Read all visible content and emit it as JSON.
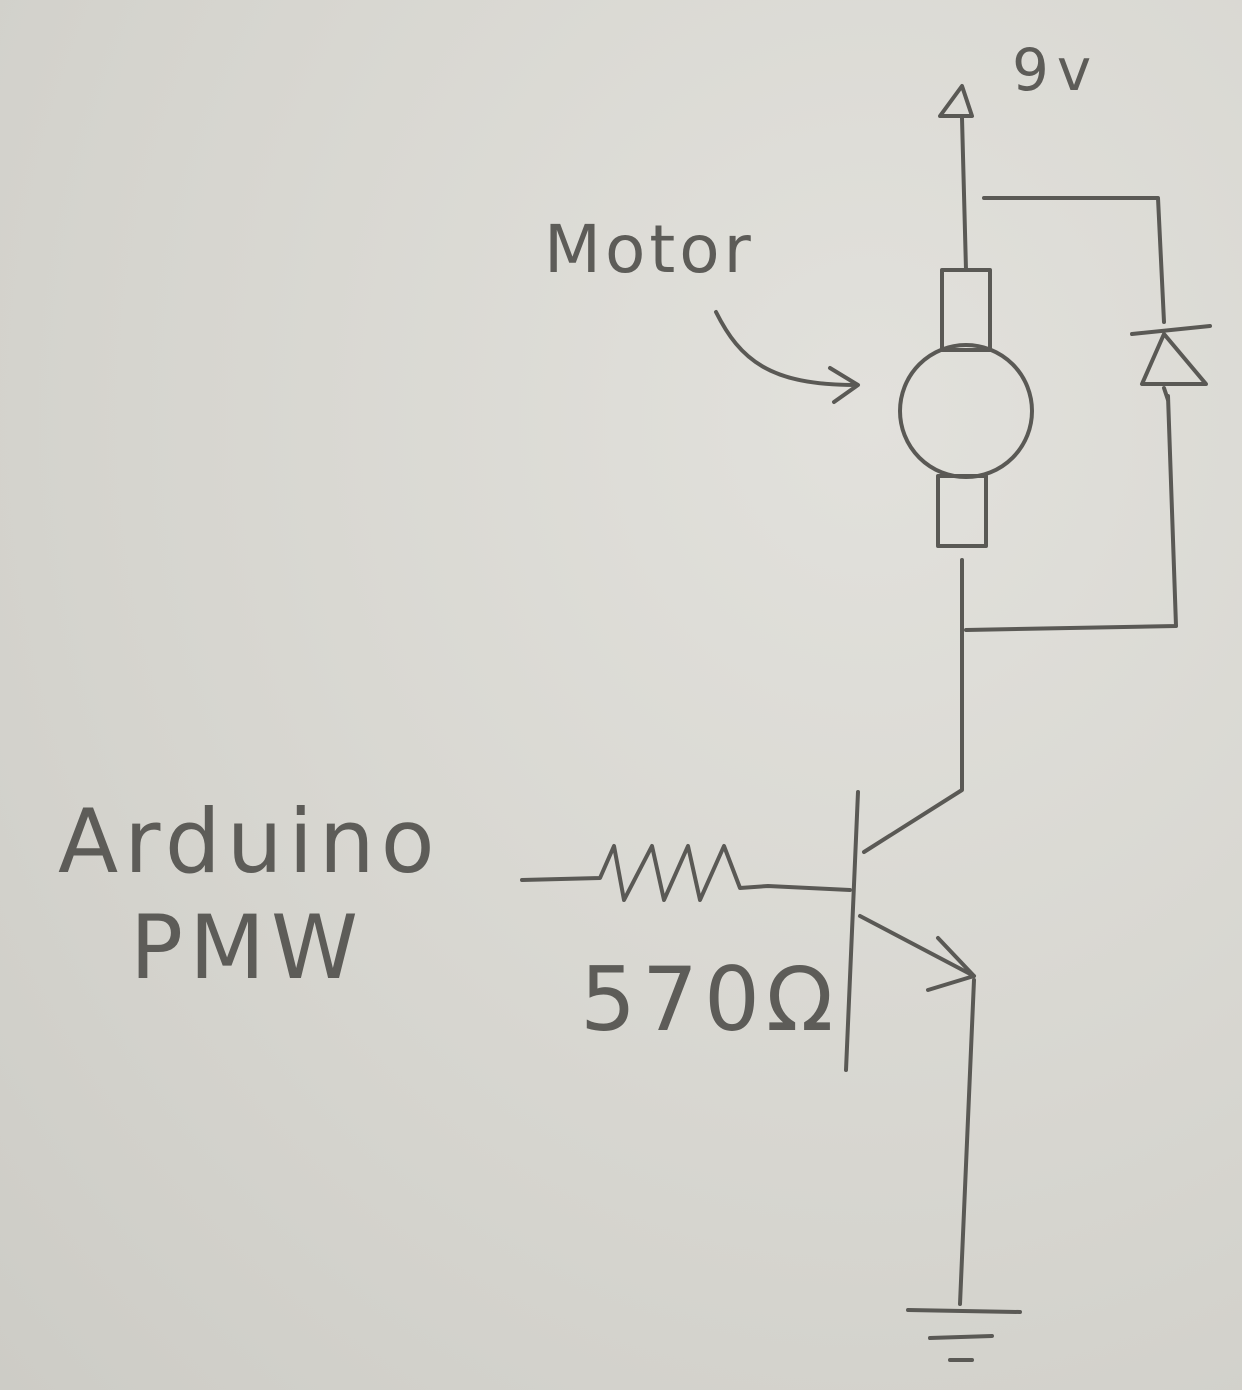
{
  "labels": {
    "supply": "9v",
    "motor": "Motor",
    "input_line1": "Arduino",
    "input_line2": "PMW",
    "resistor_value": "570Ω"
  }
}
